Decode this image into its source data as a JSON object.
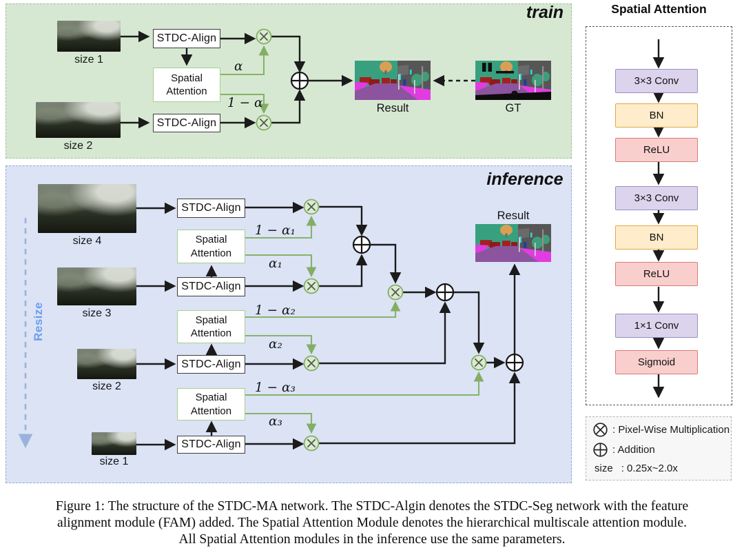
{
  "labels": {
    "train": "train",
    "inference": "inference",
    "stdc_align": "STDC-Align",
    "spatial": "Spatial",
    "attention": "Attention",
    "result": "Result",
    "gt": "GT",
    "resize": "Resize"
  },
  "train": {
    "size1": "size 1",
    "size2": "size 2",
    "alpha": "α",
    "one_minus_alpha": "1 − α"
  },
  "inference": {
    "size4": "size 4",
    "size3": "size 3",
    "size2": "size 2",
    "size1": "size 1",
    "alpha1": "α₁",
    "one_minus_alpha1": "1 − α₁",
    "alpha2": "α₂",
    "one_minus_alpha2": "1 − α₂",
    "alpha3": "α₃",
    "one_minus_alpha3": "1 − α₃"
  },
  "spatial_attention_panel": {
    "title": "Spatial Attention",
    "blocks": [
      "3×3 Conv",
      "BN",
      "ReLU",
      "3×3 Conv",
      "BN",
      "ReLU",
      "1×1 Conv",
      "Sigmoid"
    ]
  },
  "legend": {
    "multiplication": ": Pixel-Wise Multiplication",
    "addition": ": Addition",
    "size_label": "size",
    "size_value": ": 0.25x~2.0x"
  },
  "caption": {
    "line1": "Figure 1: The structure of the STDC-MA network. The STDC-Algin denotes the STDC-Seg network with the feature",
    "line2": "alignment module (FAM) added. The Spatial Attention Module denotes the hierarchical multiscale attention module.",
    "line3": "All Spatial Attention modules in the inference use the same parameters."
  },
  "colors": {
    "train_panel": "#d6e8d2",
    "inference_panel": "#dbe3f5",
    "multiply_node_stroke": "#84ad66",
    "green_line": "#87b269",
    "conv_block": "#dcd4ec",
    "bn_block": "#ffeccb",
    "relu_block": "#f9cfce",
    "resize_arrow": "#9ab3dd",
    "resize_text": "#6d9eeb"
  }
}
